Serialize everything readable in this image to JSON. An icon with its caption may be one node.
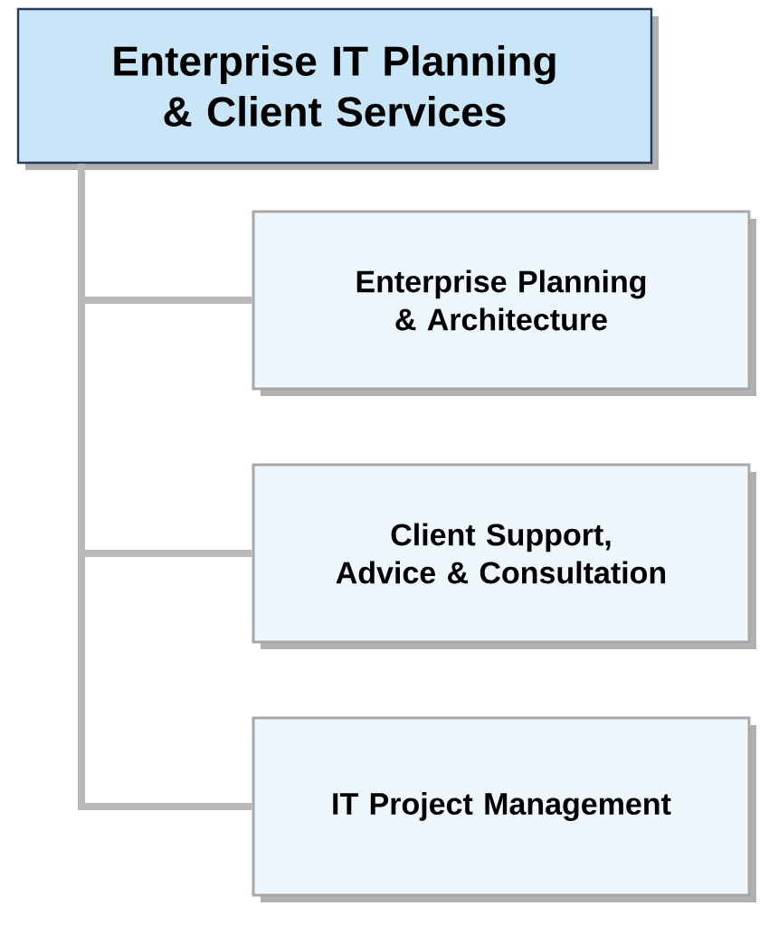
{
  "diagram": {
    "nodes": [
      {
        "text": [
          "Enterprise IT Planning & Client Services"
        ]
      },
      {
        "text": [
          "Enterprise Planning & Architecture"
        ]
      },
      {
        "text": [
          "Client Support, Advice & Consultation"
        ]
      },
      {
        "text": [
          "IT Project Management"
        ]
      }
    ],
    "edges": [
      {
        "from": 0,
        "to": 1,
        "arrow": "none"
      },
      {
        "from": 0,
        "to": 2,
        "arrow": "none"
      },
      {
        "from": 0,
        "to": 3,
        "arrow": "none"
      }
    ]
  }
}
